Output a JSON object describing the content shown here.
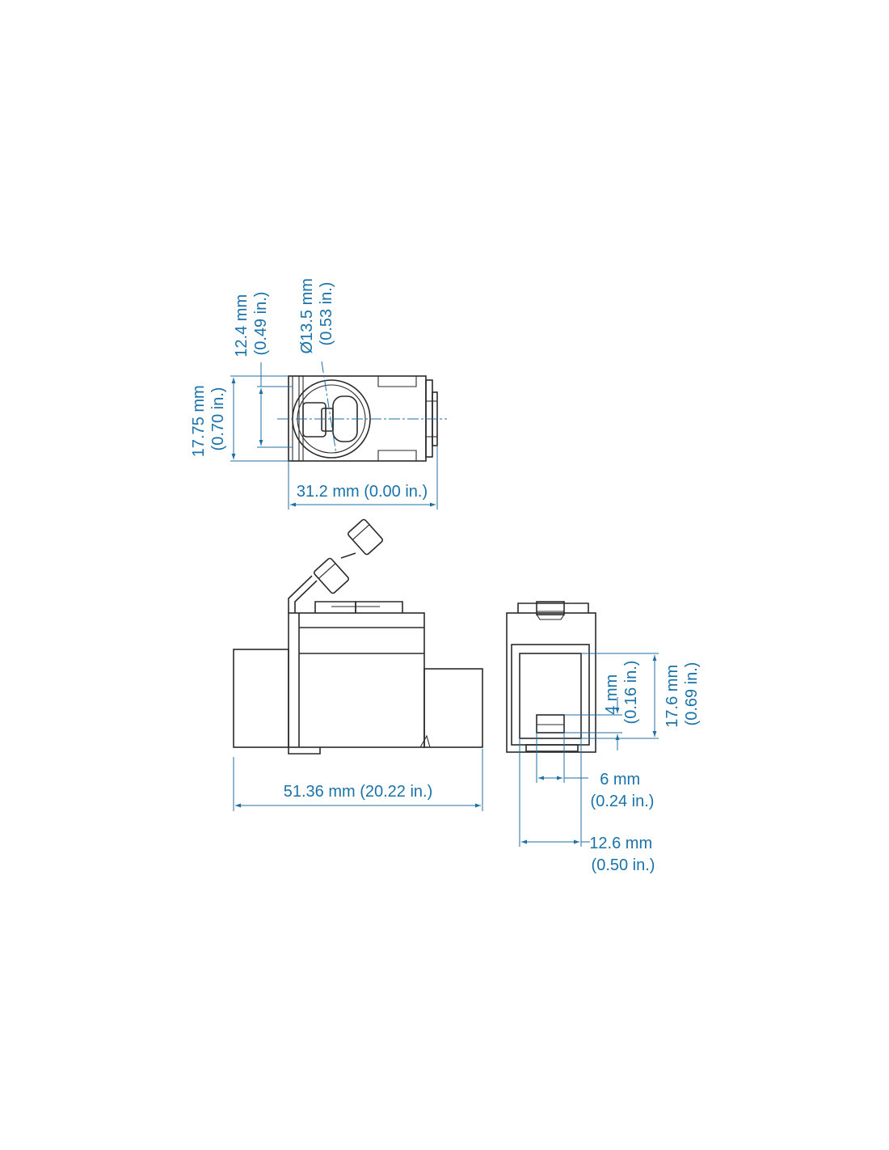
{
  "colors": {
    "dimension": "#1a72aa",
    "outline": "#2a2a2a",
    "background": "#ffffff"
  },
  "dimensions": {
    "top_height_outer": {
      "mm": "17.75 mm",
      "inch": "(0.70 in.)"
    },
    "top_height_inner": {
      "mm": "12.4 mm",
      "inch": "(0.49 in.)"
    },
    "top_diameter": {
      "mm": "Ø13.5 mm",
      "inch": "(0.53 in.)"
    },
    "top_width": {
      "label": "31.2 mm (0.00 in.)"
    },
    "side_length": {
      "label": "51.36 mm (20.22 in.)"
    },
    "front_slot_height": {
      "mm": "4 mm",
      "inch": "(0.16 in.)"
    },
    "front_height": {
      "mm": "17.6 mm",
      "inch": "(0.69 in.)"
    },
    "front_slot_width": {
      "mm": "6 mm",
      "inch": "(0.24 in.)"
    },
    "front_width": {
      "mm": "12.6 mm",
      "inch": "(0.50 in.)"
    }
  }
}
